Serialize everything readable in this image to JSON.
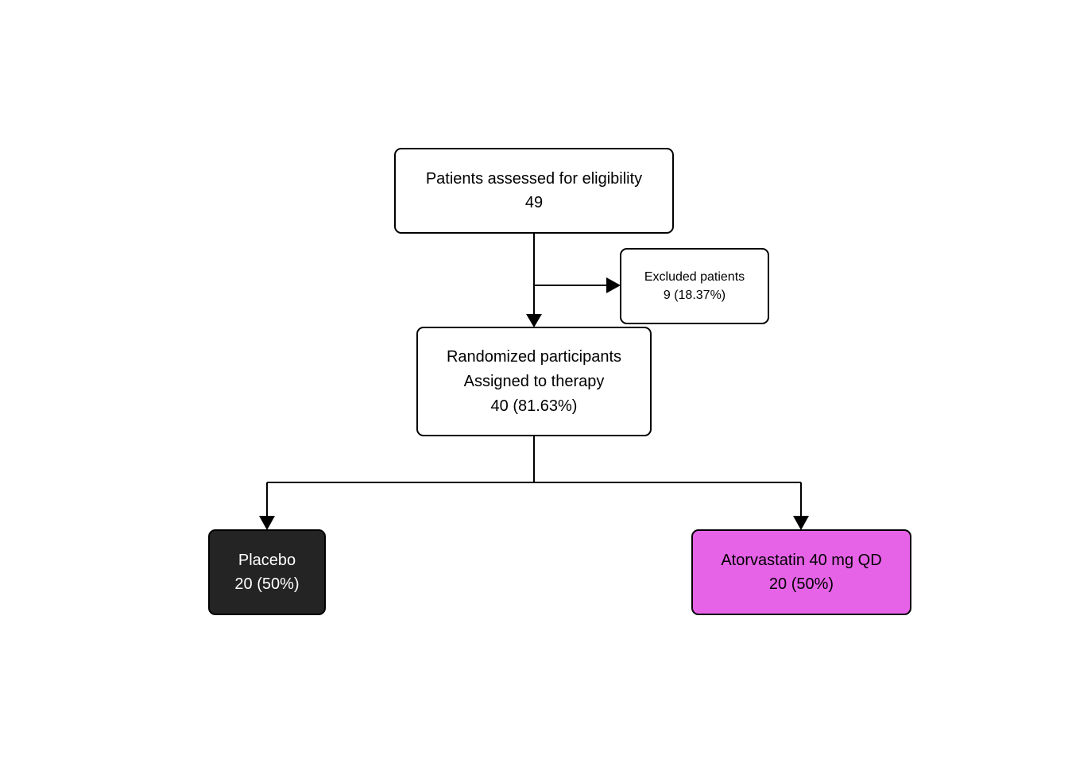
{
  "diagram": {
    "nodes": {
      "eligibility": {
        "label": "Patients assessed for eligibility",
        "count": "49",
        "fill": "#ffffff",
        "text_color": "#000000"
      },
      "excluded": {
        "label": "Excluded patients",
        "count": "9 (18.37%)",
        "fill": "#ffffff",
        "text_color": "#000000"
      },
      "randomized": {
        "label": "Randomized participants",
        "sublabel": "Assigned to therapy",
        "count": "40 (81.63%)",
        "fill": "#ffffff",
        "text_color": "#000000"
      },
      "placebo": {
        "label": "Placebo",
        "count": "20 (50%)",
        "fill": "#242424",
        "text_color": "#ffffff"
      },
      "atorvastatin": {
        "label": "Atorvastatin 40 mg QD",
        "count": "20 (50%)",
        "fill": "#e663e8",
        "text_color": "#000000"
      }
    },
    "edges": [
      {
        "from": "eligibility",
        "to": "randomized"
      },
      {
        "from": "eligibility",
        "to": "excluded"
      },
      {
        "from": "randomized",
        "to": "placebo"
      },
      {
        "from": "randomized",
        "to": "atorvastatin"
      }
    ],
    "line_color": "#000000"
  }
}
